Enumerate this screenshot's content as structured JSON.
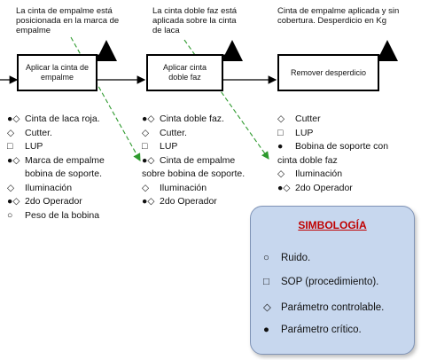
{
  "notes": [
    "La cinta de empalme está posicionada en la marca de empalme",
    "La cinta doble faz está aplicada sobre la cinta de laca",
    "Cinta de empalme aplicada y sin cobertura. Desperdicio en Kg"
  ],
  "steps": [
    "Aplicar la cinta de empalme",
    "Aplicar cinta doble faz",
    "Remover desperdicio"
  ],
  "inputs": [
    [
      {
        "symbol": "●◇",
        "text": "Cinta de laca roja."
      },
      {
        "symbol": "◇",
        "text": "Cutter."
      },
      {
        "symbol": "□",
        "text": "LUP"
      },
      {
        "symbol": "●◇",
        "text": "Marca de empalme"
      },
      {
        "symbol": "",
        "text": "bobina de soporte."
      },
      {
        "symbol": "◇",
        "text": "Iluminación"
      },
      {
        "symbol": "●◇",
        "text": "2do Operador"
      },
      {
        "symbol": "○",
        "text": "Peso de la bobina"
      }
    ],
    [
      {
        "symbol": "●◇",
        "text": "Cinta doble faz."
      },
      {
        "symbol": "◇",
        "text": "Cutter."
      },
      {
        "symbol": "□",
        "text": "LUP"
      },
      {
        "symbol": "●◇",
        "text": "Cinta de empalme"
      },
      {
        "symbol": "",
        "text": "sobre bobina de soporte."
      },
      {
        "symbol": "◇",
        "text": "Iluminación"
      },
      {
        "symbol": "●◇",
        "text": "2do Operador"
      }
    ],
    [
      {
        "symbol": "◇",
        "text": "Cutter"
      },
      {
        "symbol": "□",
        "text": "LUP"
      },
      {
        "symbol": "●",
        "text": "Bobina de soporte con"
      },
      {
        "symbol": "",
        "text": "cinta doble faz"
      },
      {
        "symbol": "◇",
        "text": "Iluminación"
      },
      {
        "symbol": "●◇",
        "text": "2do Operador"
      }
    ]
  ],
  "legend": {
    "title": "SIMBOLOGÍA",
    "items": [
      {
        "symbol": "○",
        "text": "Ruido."
      },
      {
        "symbol": "□",
        "text": "SOP (procedimiento)."
      },
      {
        "symbol": "◇",
        "text": "Parámetro controlable."
      },
      {
        "symbol": "●",
        "text": "Parámetro crítico."
      }
    ],
    "background": "#c7d7ee",
    "title_color": "#c00000"
  },
  "colors": {
    "dashed_arrow": "#2e9a2e",
    "line": "#000000"
  }
}
